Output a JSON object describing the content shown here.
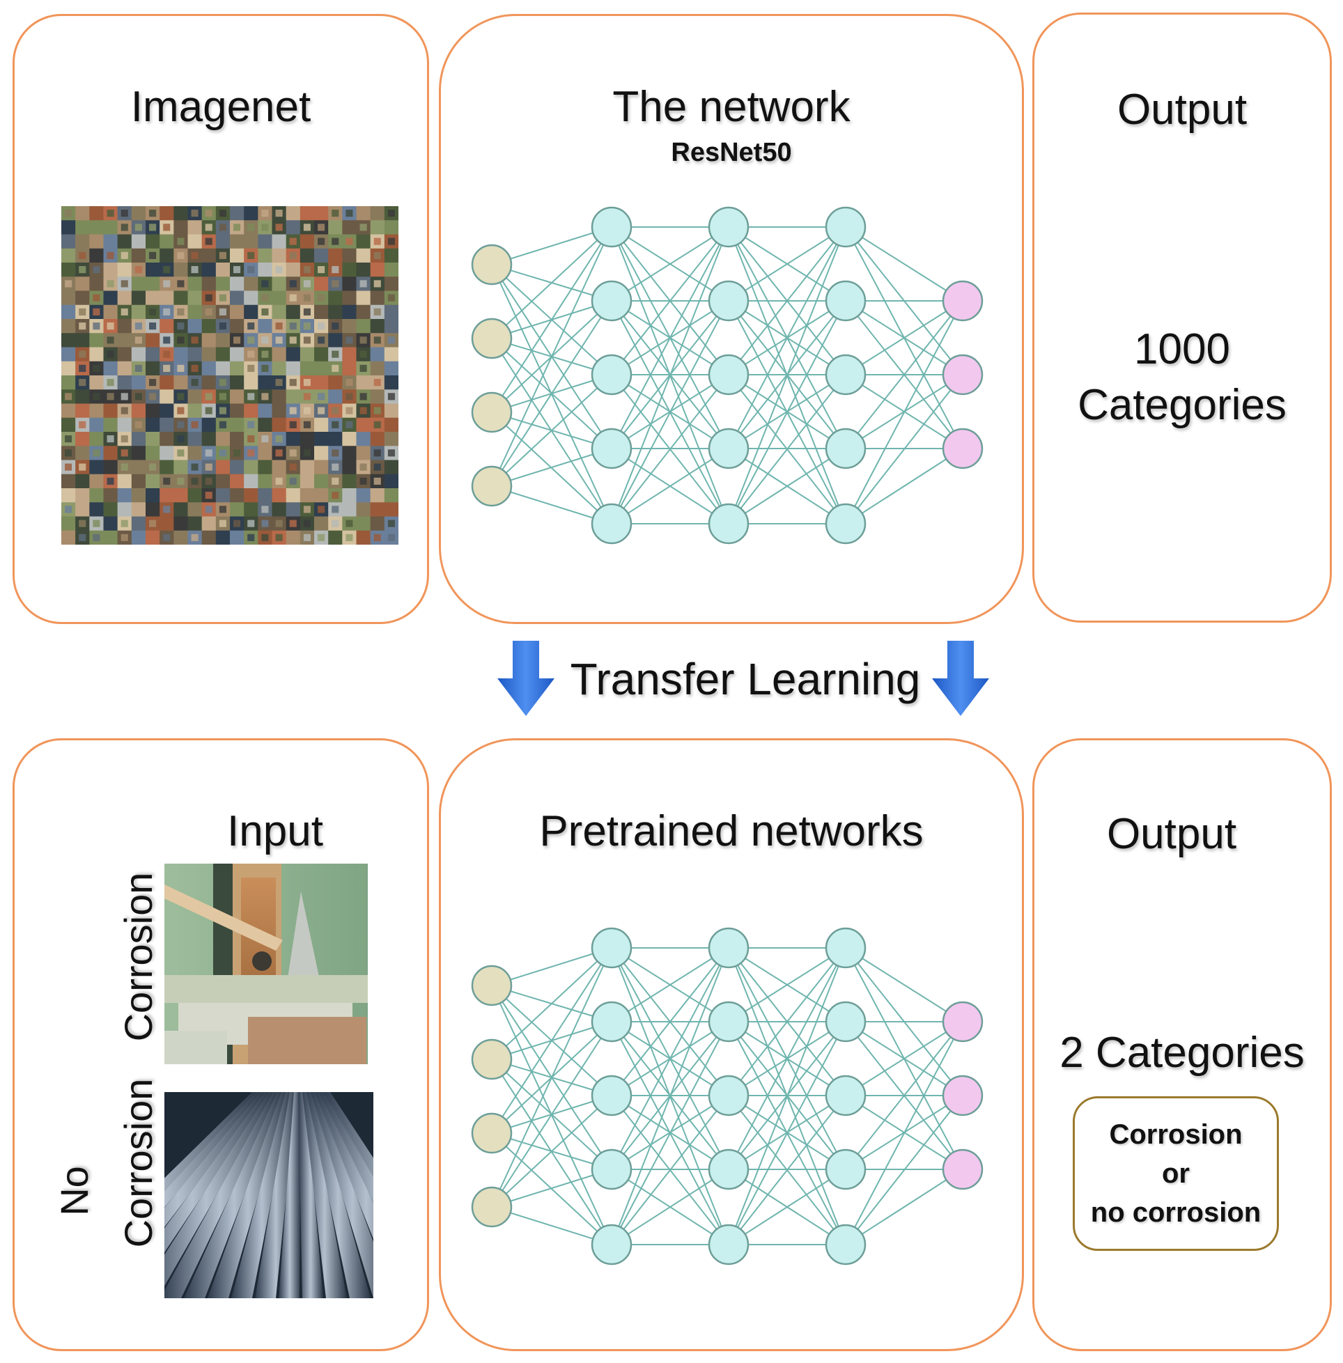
{
  "top": {
    "dataset": {
      "title": "Imagenet"
    },
    "network": {
      "title": "The network",
      "subtitle": "ResNet50"
    },
    "output": {
      "title": "Output",
      "line1": "1000",
      "line2": "Categories"
    }
  },
  "transfer": {
    "label": "Transfer Learning"
  },
  "bottom": {
    "input": {
      "title": "Input",
      "label_corrosion": "Corrosion",
      "label_no": "No",
      "label_no_corrosion": "Corrosion"
    },
    "network": {
      "title": "Pretrained networks"
    },
    "output": {
      "title": "Output",
      "categories": "2 Categories",
      "box_line1": "Corrosion",
      "box_line2": "or",
      "box_line3": "no corrosion"
    }
  },
  "network_layers": [
    4,
    5,
    5,
    5,
    3
  ],
  "colors": {
    "panel_border": "#f0955a",
    "input_node": "#e3dfbf",
    "hidden_node": "#c9f0ee",
    "output_node": "#f2c8ef",
    "edge": "#6fb5ae",
    "arrow": "#2f6ed8"
  }
}
